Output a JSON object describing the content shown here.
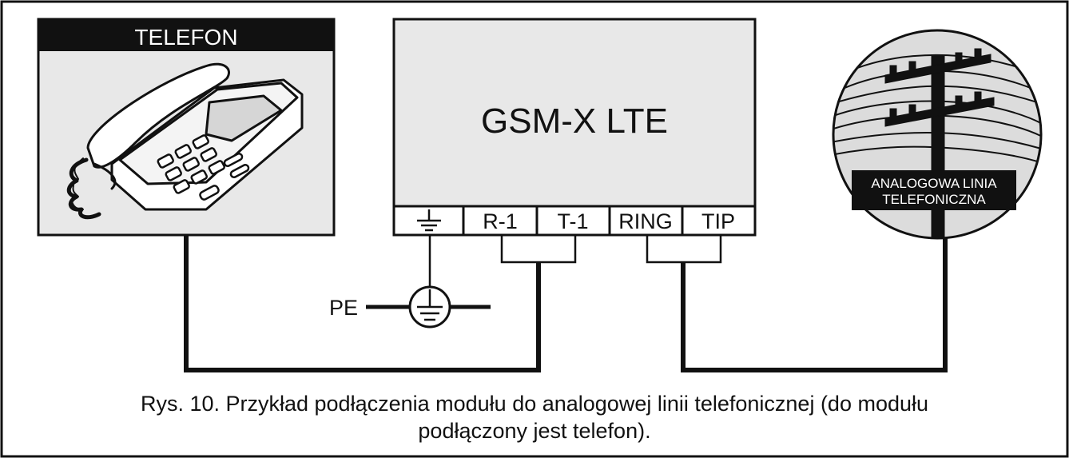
{
  "phone_box": {
    "title": "TELEFON"
  },
  "module": {
    "name": "GSM-X LTE",
    "terminals": [
      "R-1",
      "T-1",
      "RING",
      "TIP"
    ],
    "ground_terminal_icon": "ground-icon"
  },
  "pe_label": "PE",
  "line_badge": {
    "line1": "ANALOGOWA LINIA",
    "line2": "TELEFONICZNA"
  },
  "caption": {
    "line1": "Rys. 10. Przykład podłączenia modułu do analogowej linii telefonicznej (do modułu",
    "line2": "podłączony jest telefon)."
  }
}
